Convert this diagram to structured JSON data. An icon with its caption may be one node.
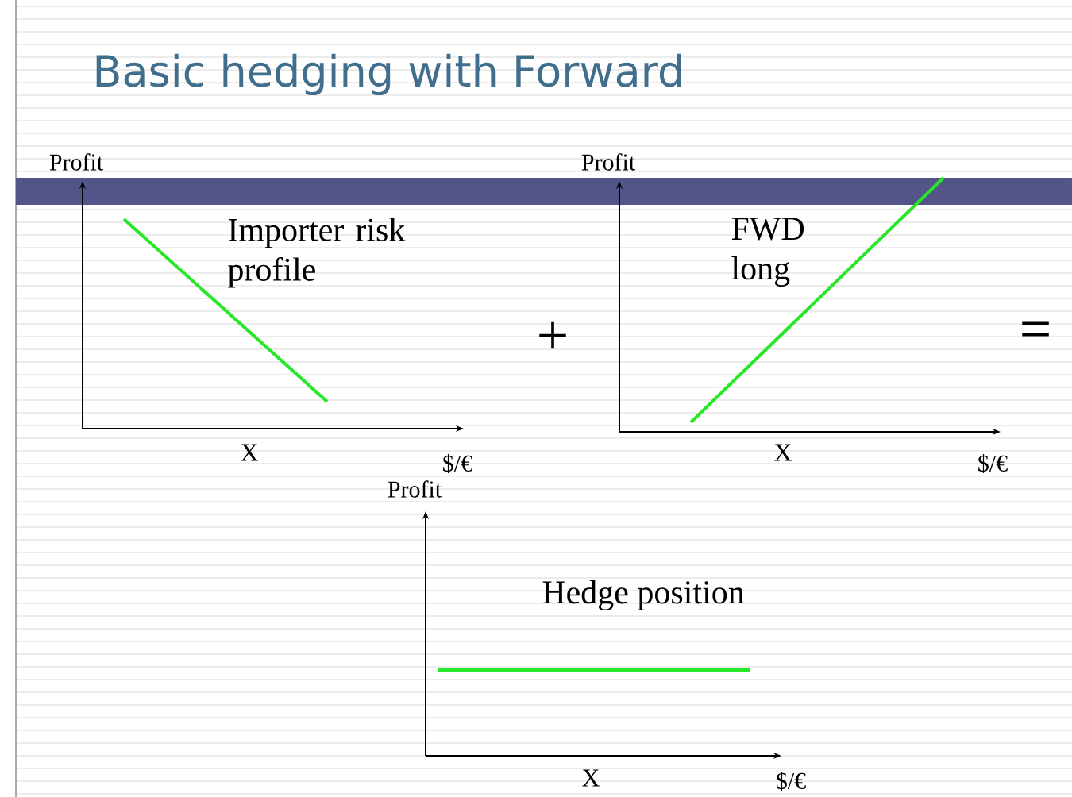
{
  "diagram": {
    "title": "Basic hedging with Forward",
    "labels": [
      "Profit",
      "Importer risk profile",
      "X",
      "$/€",
      "Profit",
      "FWD long",
      "X",
      "$/€",
      "+",
      "=",
      "Profit",
      "Hedge position",
      "X",
      "$/€"
    ]
  }
}
